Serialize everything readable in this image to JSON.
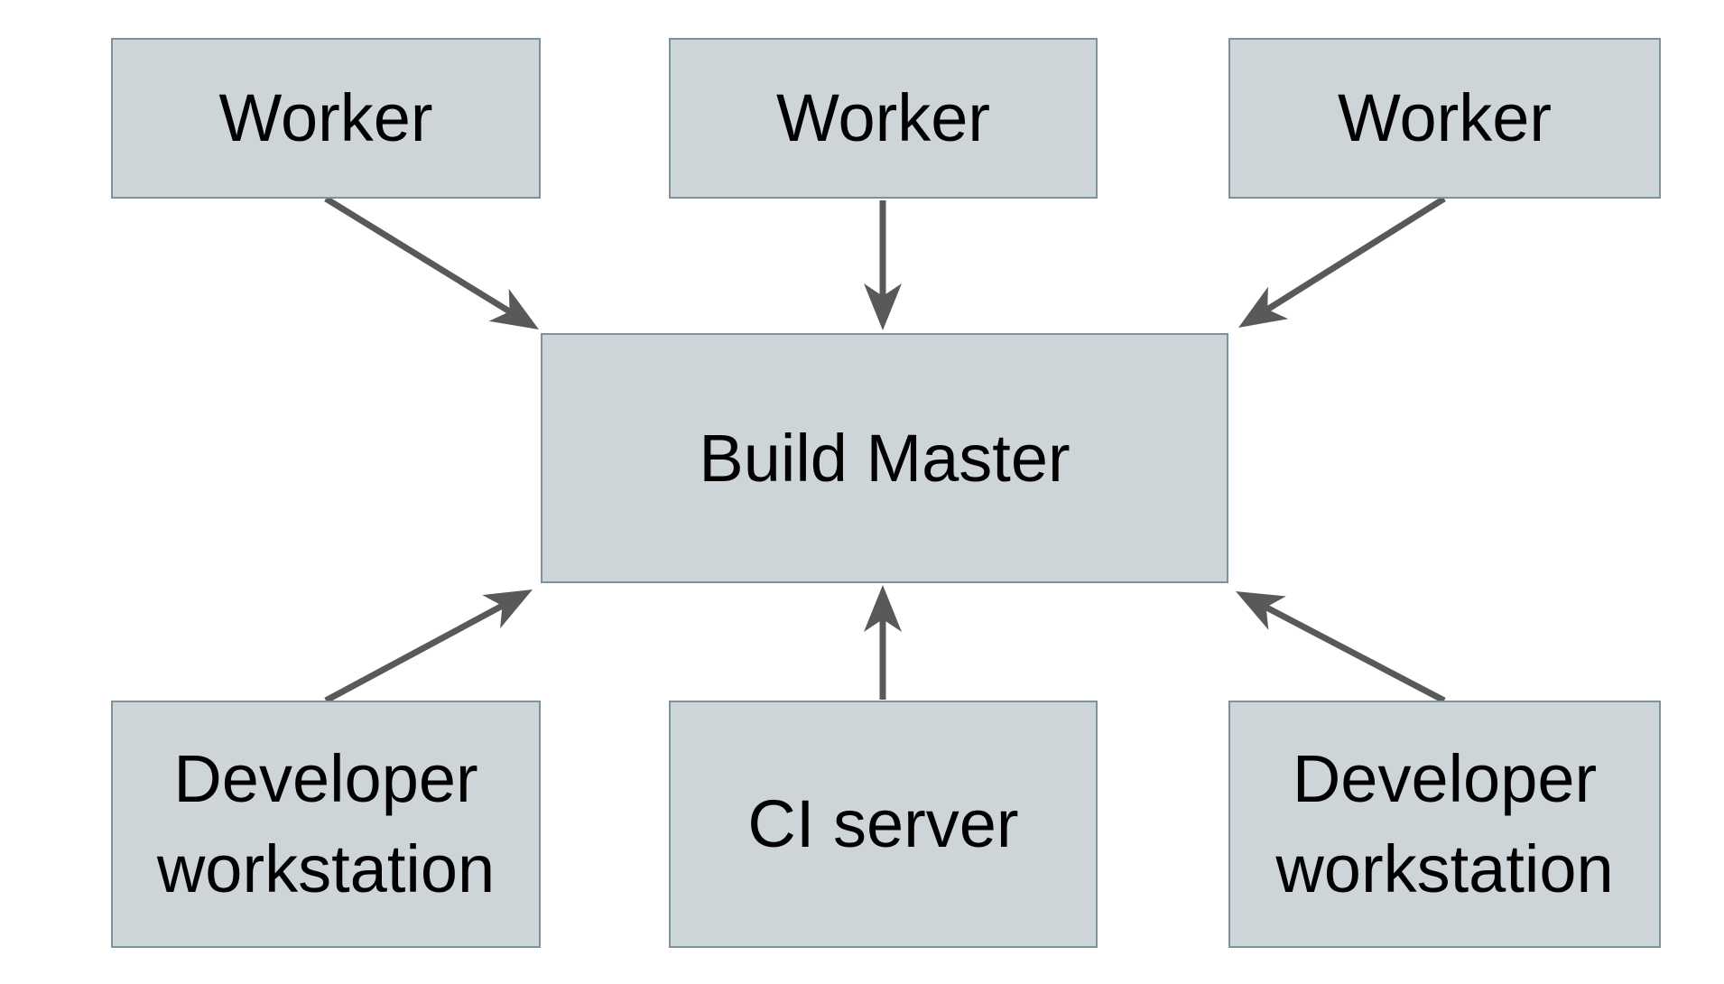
{
  "diagram": {
    "nodes": {
      "worker1": {
        "label": "Worker"
      },
      "worker2": {
        "label": "Worker"
      },
      "worker3": {
        "label": "Worker"
      },
      "buildMaster": {
        "label": "Build Master"
      },
      "devWorkstation1": {
        "label": "Developer workstation"
      },
      "ciServer": {
        "label": "CI server"
      },
      "devWorkstation2": {
        "label": "Developer workstation"
      }
    },
    "edges": [
      {
        "from": "worker1",
        "to": "buildMaster"
      },
      {
        "from": "worker2",
        "to": "buildMaster"
      },
      {
        "from": "worker3",
        "to": "buildMaster"
      },
      {
        "from": "devWorkstation1",
        "to": "buildMaster"
      },
      {
        "from": "ciServer",
        "to": "buildMaster"
      },
      {
        "from": "devWorkstation2",
        "to": "buildMaster"
      }
    ],
    "colors": {
      "background": "#ffffff",
      "box_fill": "#cdd5d8",
      "box_border": "#7d929c",
      "arrow": "#58595b",
      "text": "#000000"
    }
  }
}
